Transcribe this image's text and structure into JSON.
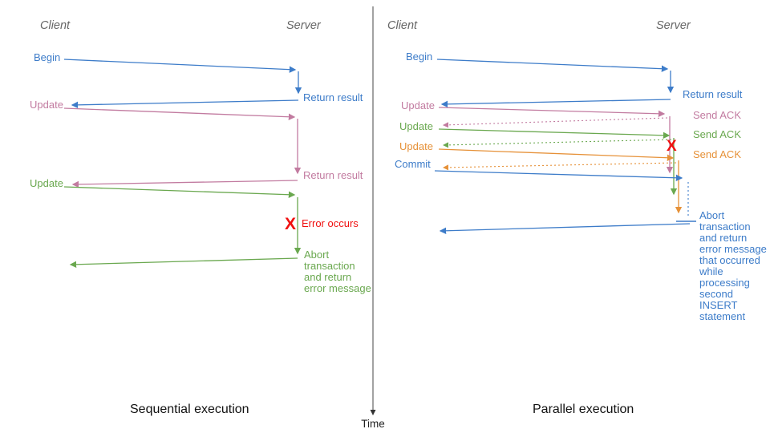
{
  "colors": {
    "blue": "#3d7cc9",
    "pink": "#c27ba0",
    "green": "#6aa84f",
    "orange": "#e69138",
    "red": "#f01010",
    "role_gray": "#666666",
    "axis_dark": "#333333"
  },
  "left": {
    "client": "Client",
    "server": "Server",
    "begin": "Begin",
    "return1": "Return result",
    "update1": "Update",
    "return2": "Return result",
    "update2": "Update",
    "error_x": "X",
    "error": "Error occurs",
    "abort": "Abort transaction and return error message",
    "caption": "Sequential execution"
  },
  "right": {
    "client": "Client",
    "server": "Server",
    "begin": "Begin",
    "return1": "Return result",
    "update1": "Update",
    "ack1": "Send ACK",
    "update2": "Update",
    "ack2": "Send ACK",
    "update3": "Update",
    "ack3": "Send ACK",
    "commit": "Commit",
    "error_x": "X",
    "abort": "Abort transaction and return error message that occurred while processing second INSERT statement",
    "caption": "Parallel execution"
  },
  "axis": {
    "time": "Time"
  }
}
